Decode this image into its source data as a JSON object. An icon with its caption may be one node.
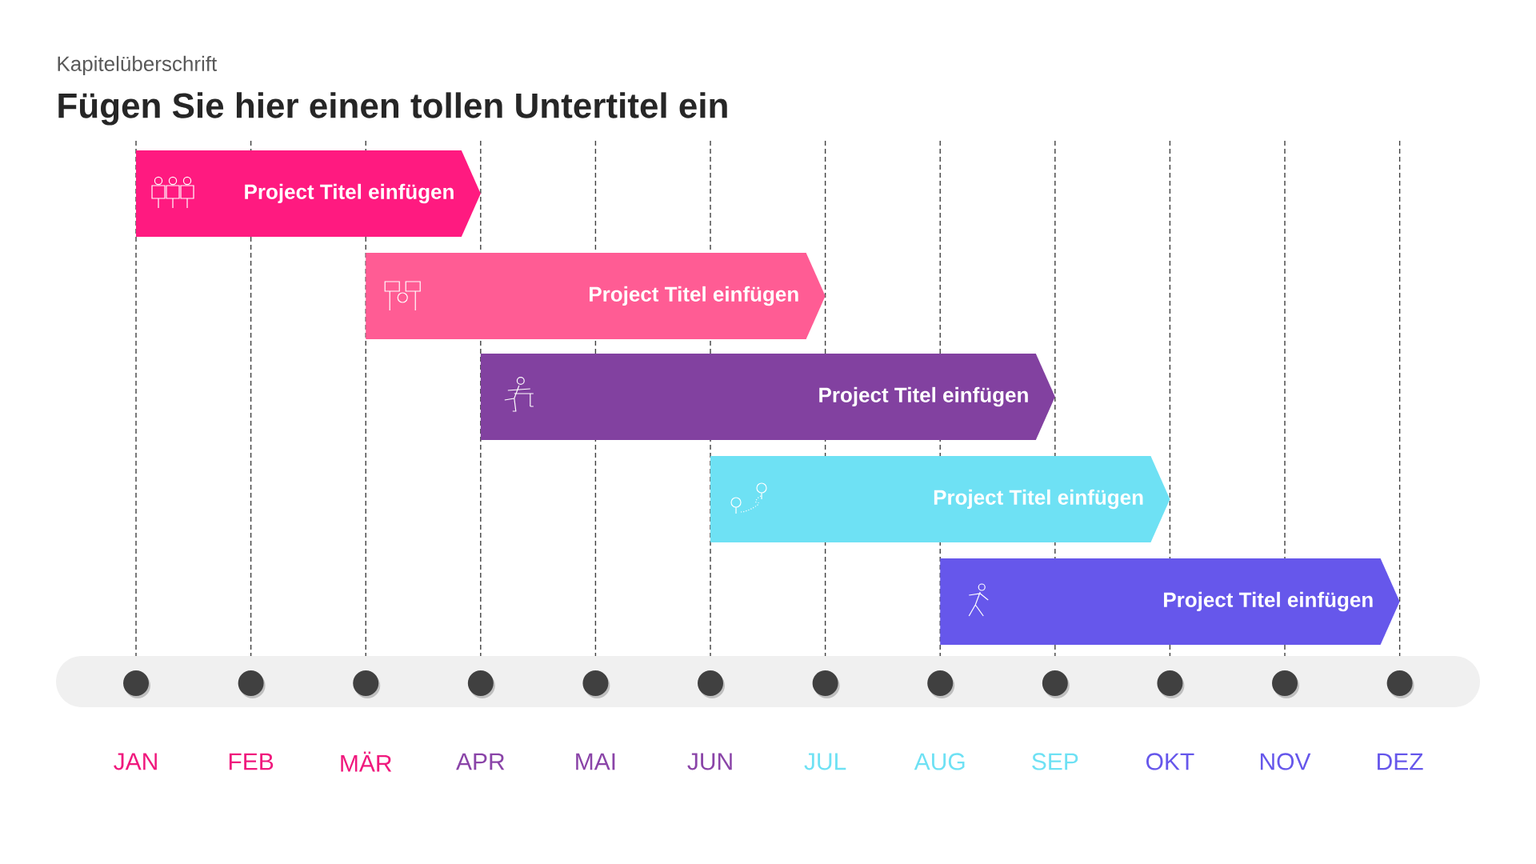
{
  "diagram": {
    "title": "Fügen Sie hier einen tollen Untertitel ein",
    "nodes": [
      {
        "text": [
          "Project Titel einfügen"
        ]
      },
      {
        "text": [
          "Project Titel einfügen"
        ]
      },
      {
        "text": [
          "Project Titel einfügen"
        ]
      },
      {
        "text": [
          "Project Titel einfügen"
        ]
      },
      {
        "text": [
          "Project Titel einfügen"
        ]
      }
    ],
    "labels": [
      "Kapitelüberschrift",
      "JAN",
      "FEB",
      "MÄR",
      "APR",
      "MAI",
      "JUN",
      "JUL",
      "AUG",
      "SEP",
      "OKT",
      "NOV",
      "DEZ"
    ]
  }
}
